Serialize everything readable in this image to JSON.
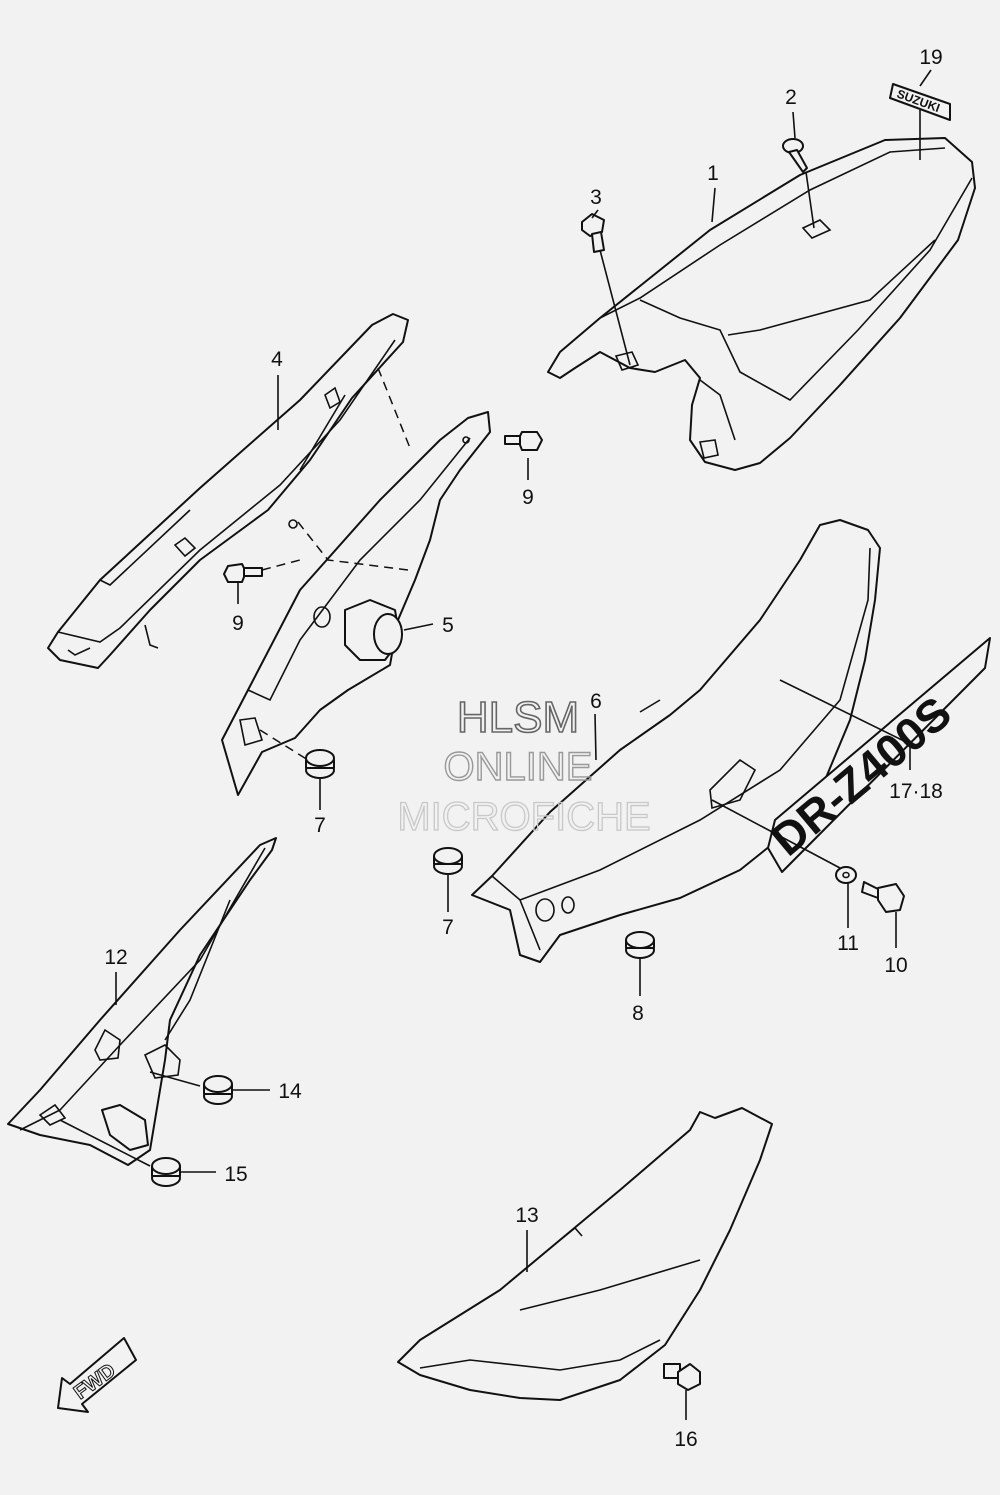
{
  "watermark": {
    "line1": "HLSM",
    "line2": "ONLINE",
    "line3": "MICROFICHE"
  },
  "decals": {
    "suzuki": "SUZUKI",
    "model": "DR-Z400S"
  },
  "fwd_label": "FWD",
  "callouts": [
    "1",
    "2",
    "3",
    "4",
    "5",
    "6",
    "7",
    "7",
    "8",
    "9",
    "9",
    "10",
    "11",
    "12",
    "13",
    "14",
    "15",
    "16",
    "17·18",
    "19"
  ]
}
